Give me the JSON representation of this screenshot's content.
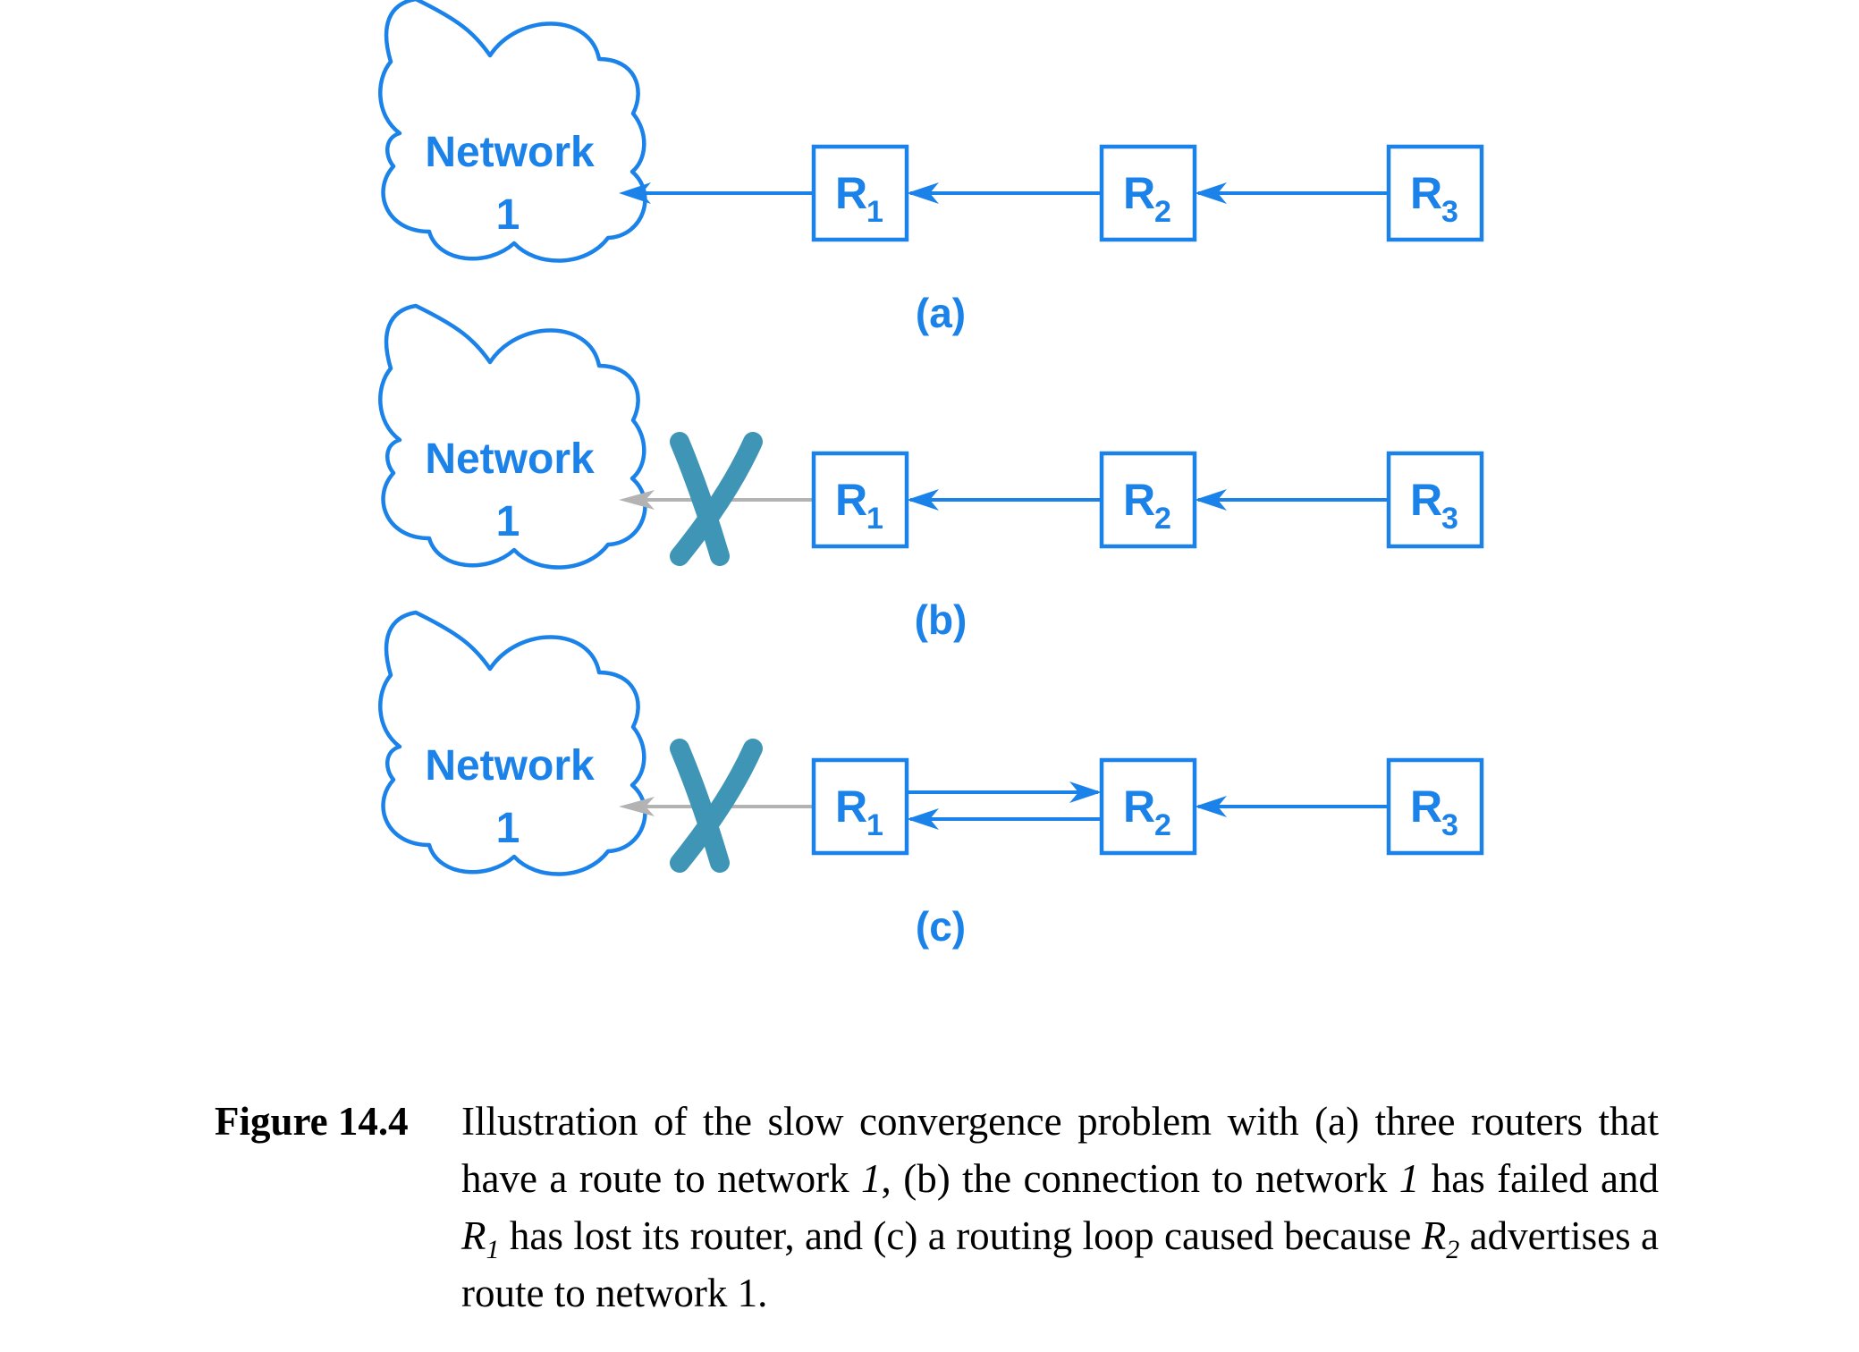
{
  "panels": [
    {
      "id": "a",
      "label": "(a)",
      "network": {
        "line1": "Network",
        "line2": "1"
      },
      "routers": [
        {
          "letter": "R",
          "sub": "1"
        },
        {
          "letter": "R",
          "sub": "2"
        },
        {
          "letter": "R",
          "sub": "3"
        }
      ],
      "link_failed": false,
      "loop": false
    },
    {
      "id": "b",
      "label": "(b)",
      "network": {
        "line1": "Network",
        "line2": "1"
      },
      "routers": [
        {
          "letter": "R",
          "sub": "1"
        },
        {
          "letter": "R",
          "sub": "2"
        },
        {
          "letter": "R",
          "sub": "3"
        }
      ],
      "link_failed": true,
      "loop": false
    },
    {
      "id": "c",
      "label": "(c)",
      "network": {
        "line1": "Network",
        "line2": "1"
      },
      "routers": [
        {
          "letter": "R",
          "sub": "1"
        },
        {
          "letter": "R",
          "sub": "2"
        },
        {
          "letter": "R",
          "sub": "3"
        }
      ],
      "link_failed": true,
      "loop": true
    }
  ],
  "colors": {
    "primary": "#1a82e8",
    "failed_link": "#b3b3b3",
    "failure_mark": "#3f95b5"
  },
  "caption": {
    "label": "Figure 14.4",
    "t1": "Illustration of the slow convergence problem with (a) three routers that have a route to network ",
    "net1": "1",
    "t2": ", (b) the connection to net­work ",
    "net2": "1",
    "t3": " has failed and ",
    "r1_letter": "R",
    "r1_sub": "1",
    "t4": " has lost its router, and (c) a routing loop caused because ",
    "r2_letter": "R",
    "r2_sub": "2",
    "t5": " advertises a route to network 1."
  }
}
